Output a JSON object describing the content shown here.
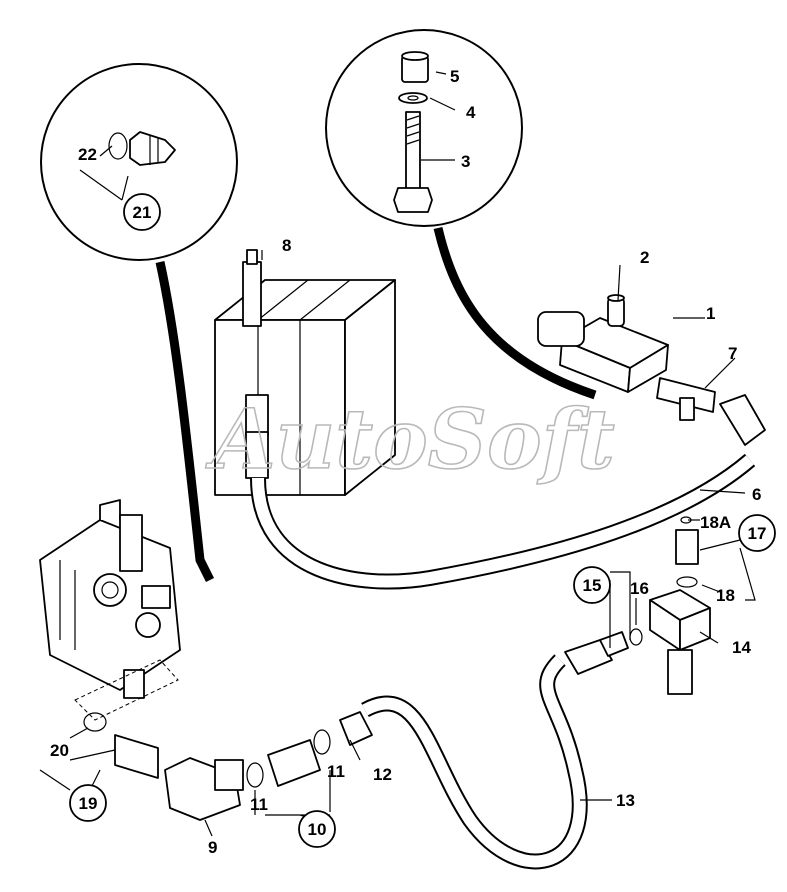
{
  "watermark": "AutoSoft",
  "labels": {
    "p1": "1",
    "p2": "2",
    "p3": "3",
    "p4": "4",
    "p5": "5",
    "p6": "6",
    "p7": "7",
    "p8": "8",
    "p9": "9",
    "p10": "10",
    "p11a": "11",
    "p11b": "11",
    "p12": "12",
    "p13": "13",
    "p14": "14",
    "p15": "15",
    "p16": "16",
    "p17": "17",
    "p18": "18",
    "p18a": "18A",
    "p19": "19",
    "p20": "20",
    "p21": "21",
    "p22": "22"
  },
  "colors": {
    "line": "#000000",
    "watermark": "#b9b9b9",
    "background": "#ffffff"
  }
}
